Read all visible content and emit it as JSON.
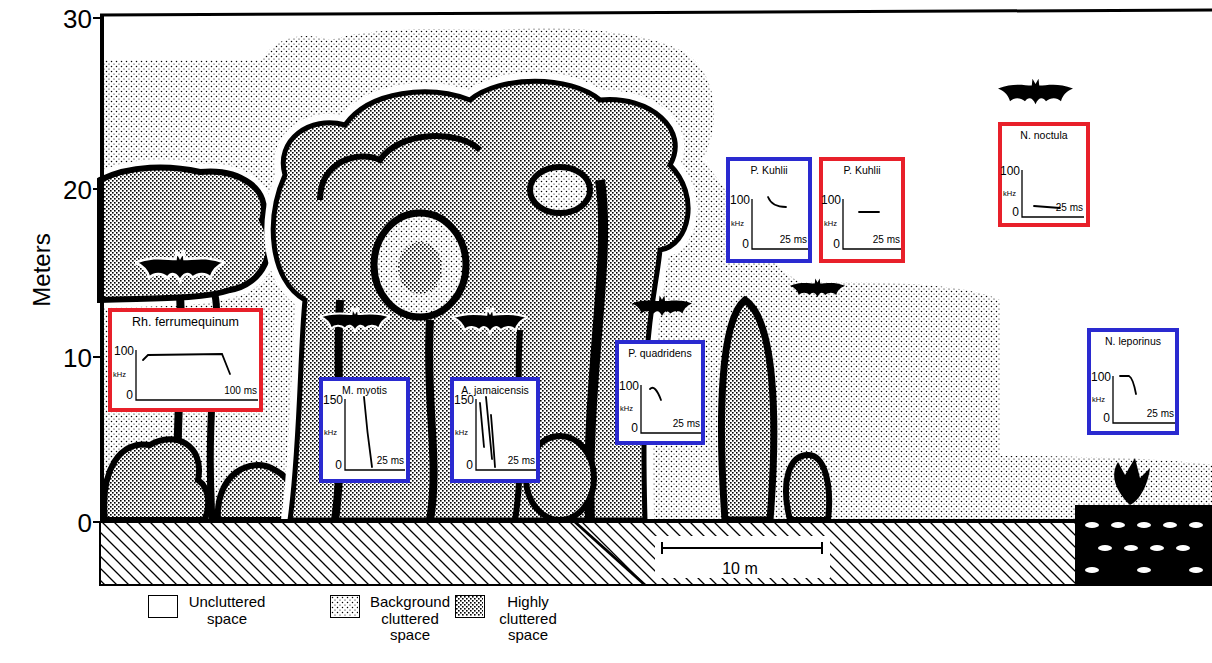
{
  "diagram": {
    "nodes": [
      {
        "text": [
          "N. noctula",
          "100",
          "kHz",
          "0",
          "25 ms"
        ]
      },
      {
        "text": [
          "P. Kuhlii",
          "100",
          "kHz",
          "0",
          "25 ms"
        ]
      },
      {
        "text": [
          "P. Kuhlii",
          "100",
          "kHz",
          "0",
          "25 ms"
        ]
      },
      {
        "text": [
          "Rh. ferrumequinum",
          "100",
          "kHz",
          "0",
          "100 ms"
        ]
      },
      {
        "text": [
          "N. leporinus",
          "100",
          "kHz",
          "0",
          "25 ms"
        ]
      },
      {
        "text": [
          "P. quadridens",
          "100",
          "kHz",
          "0",
          "25 ms"
        ]
      },
      {
        "text": [
          "M. myotis",
          "150",
          "kHz",
          "0",
          "25 ms"
        ]
      },
      {
        "text": [
          "A. jamaicensis",
          "150",
          "kHz",
          "0",
          "25 ms"
        ]
      }
    ],
    "labels": [
      "30",
      "20",
      "10",
      "0",
      "Meters",
      "10 m"
    ],
    "legend": [
      {
        "text": "Uncluttered space",
        "color": "#ffffff"
      },
      {
        "text": "Background cluttered space"
      },
      {
        "text": "Highly cluttered space"
      }
    ]
  }
}
